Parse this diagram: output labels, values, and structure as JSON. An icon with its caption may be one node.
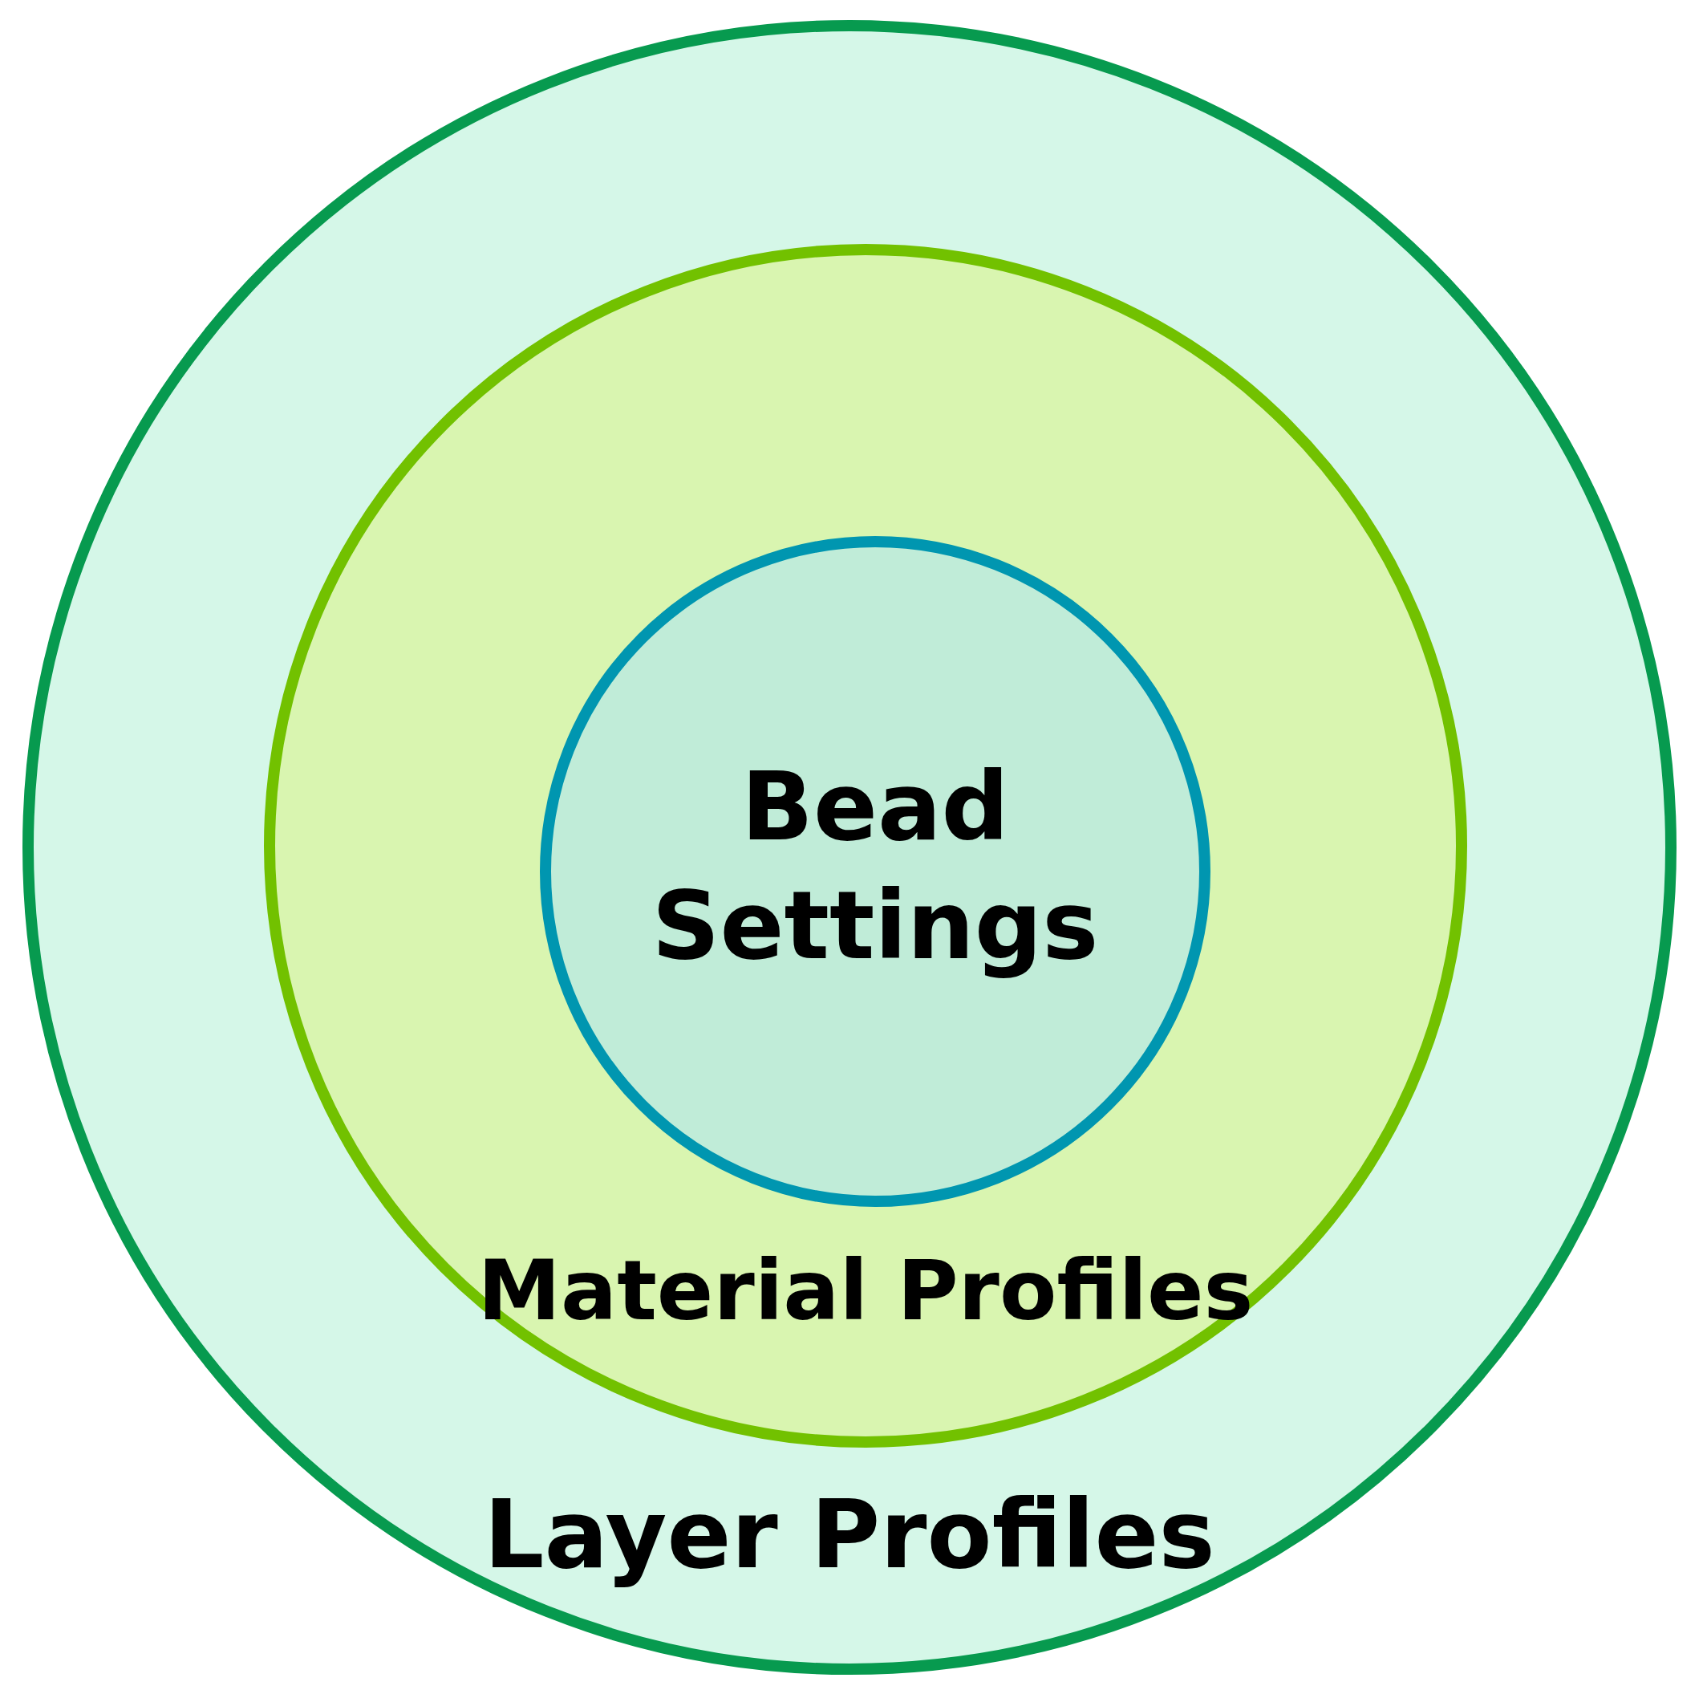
{
  "diagram": {
    "nodes": [
      {
        "text": [
          "Layer Profiles"
        ]
      },
      {
        "text": [
          "Material Profiles"
        ],
        "in": 0
      },
      {
        "text": [
          "Bead Settings"
        ],
        "in": 1
      }
    ]
  }
}
